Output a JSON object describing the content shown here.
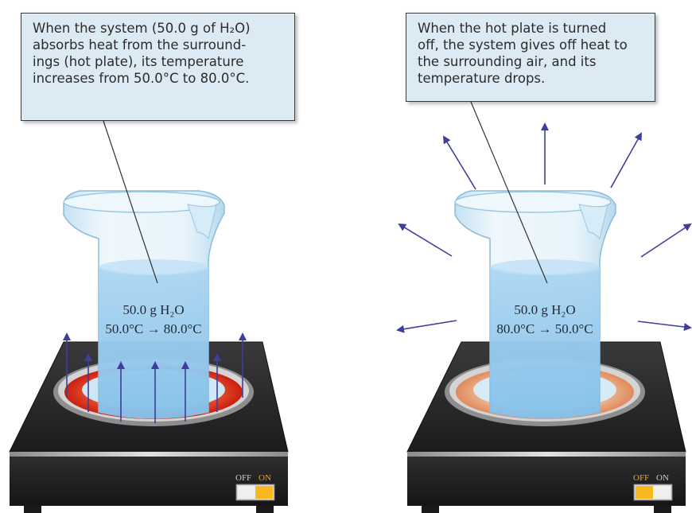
{
  "left_panel": {
    "caption_lines": [
      "When the system (50.0 g of H₂O)",
      "absorbs heat from the surround-",
      "ings (hot plate), its temperature",
      "increases from 50.0°C to 80.0°C."
    ],
    "beaker_label_mass": "50.0 g H₂O",
    "beaker_label_temp": "50.0°C → 80.0°C",
    "switch_off": "OFF",
    "switch_on": "ON",
    "switch_state": "on"
  },
  "right_panel": {
    "caption_lines": [
      "When the hot plate is turned",
      "off, the system gives off heat to",
      "the surrounding air, and its",
      "temperature drops."
    ],
    "beaker_label_mass": "50.0 g H₂O",
    "beaker_label_temp": "80.0°C → 50.0°C",
    "switch_off": "OFF",
    "switch_on": "ON",
    "switch_state": "off"
  },
  "colors": {
    "arrow": "#3d3f9a",
    "callout_bg": "#dcebf3",
    "hot_ring": "#d83a1e",
    "warm_ring": "#e9a07a",
    "water": "#8fc6ec",
    "hot_plate_body": "#2a2a2c"
  }
}
